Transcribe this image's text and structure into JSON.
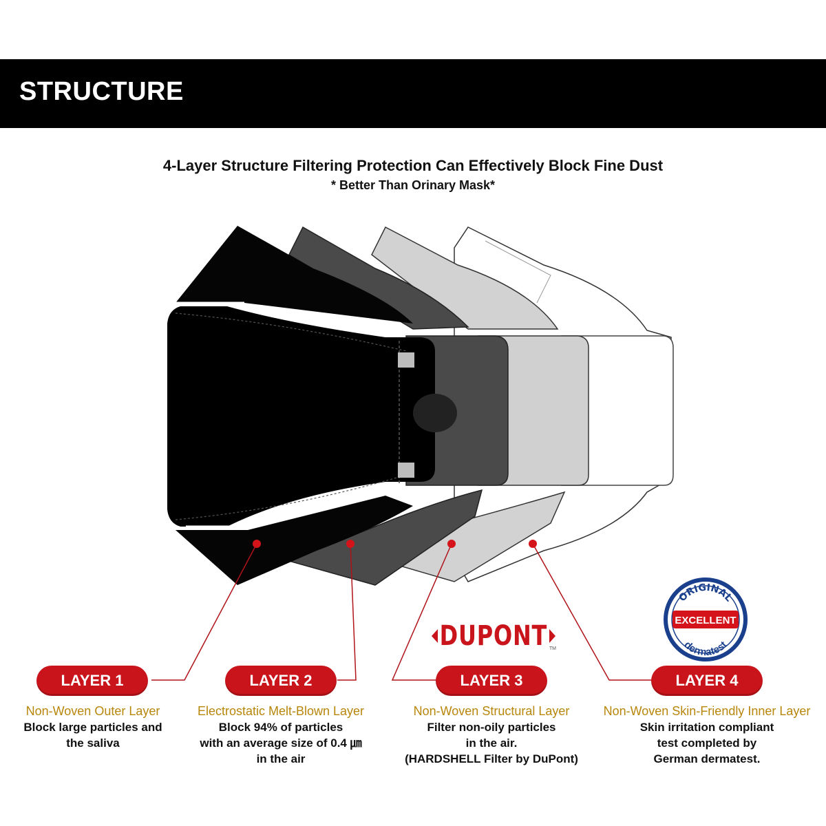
{
  "banner": {
    "title": "STRUCTURE"
  },
  "headline": "4-Layer Structure Filtering Protection Can Effectively Block Fine Dust",
  "subline": "* Better Than Orinary Mask*",
  "colors": {
    "accent": "#c8141a",
    "gold": "#b8860b",
    "banner": "#000000"
  },
  "layers": [
    {
      "label": "LAYER 1",
      "subtitle": "Non-Woven Outer Layer",
      "body": "Block large particles and\nthe saliva"
    },
    {
      "label": "LAYER 2",
      "subtitle": "Electrostatic Melt-Blown Layer",
      "body": "Block 94% of particles\nwith an average size of 0.4 ㎛\nin the air"
    },
    {
      "label": "LAYER 3",
      "subtitle": "Non-Woven Structural Layer",
      "body": "Filter non-oily particles\nin the air.\n(HARDSHELL Filter by DuPont)"
    },
    {
      "label": "LAYER 4",
      "subtitle": "Non-Woven Skin-Friendly Inner Layer",
      "body": "Skin irritation compliant\ntest completed by\nGerman dermatest."
    }
  ],
  "badges": {
    "dupont": "DUPONT",
    "dupont_tm": "TM",
    "derma_top": "ORIGINAL",
    "derma_mid": "EXCELLENT",
    "derma_bottom": "dermatest"
  }
}
